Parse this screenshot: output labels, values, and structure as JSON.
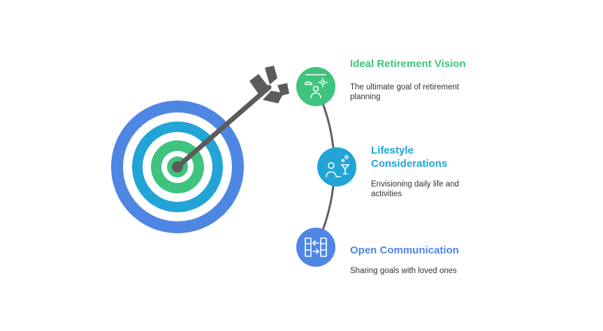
{
  "colors": {
    "green": "#3ec47f",
    "cyan": "#22a5d6",
    "blue": "#4e86e4",
    "arrow": "#5b5b5b",
    "connector": "#616161"
  },
  "items": [
    {
      "title": "Ideal Retirement Vision",
      "description": "The ultimate goal of retirement planning",
      "icon": "person-with-weather-icon",
      "color": "#3ec47f"
    },
    {
      "title": "Lifestyle Considerations",
      "description": "Envisioning daily life and activities",
      "icon": "person-relaxing-with-drink-icon",
      "color": "#22a5d6"
    },
    {
      "title": "Open Communication",
      "description": "Sharing goals with loved ones",
      "icon": "exchange-arrows-icon",
      "color": "#4e86e4"
    }
  ]
}
